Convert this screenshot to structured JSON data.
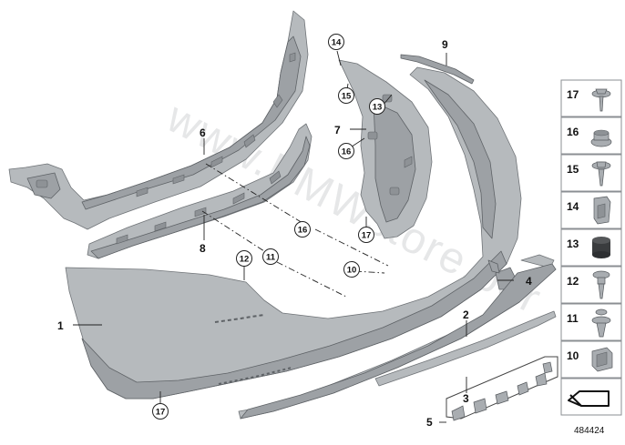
{
  "diagram": {
    "reference_number": "484424",
    "watermark": "www.BMWstore.bor",
    "main_labels": {
      "p1": "1",
      "p2": "2",
      "p3": "3",
      "p4": "4",
      "p5": "5",
      "p6": "6",
      "p7": "7",
      "p8": "8",
      "p9": "9"
    },
    "callouts": {
      "c14": "14",
      "c15": "15",
      "c13": "13",
      "c16a": "16",
      "c17a": "17",
      "c16b": "16",
      "c10": "10",
      "c12": "12",
      "c11": "11",
      "c17b": "17"
    },
    "sidebar": [
      {
        "number": "17",
        "icon": "screw-with-washer-icon"
      },
      {
        "number": "16",
        "icon": "collar-nut-icon"
      },
      {
        "number": "15",
        "icon": "screw-icon"
      },
      {
        "number": "14",
        "icon": "clip-nut-icon"
      },
      {
        "number": "13",
        "icon": "rubber-buffer-icon"
      },
      {
        "number": "12",
        "icon": "expanding-rivet-icon"
      },
      {
        "number": "11",
        "icon": "push-rivet-icon"
      },
      {
        "number": "10",
        "icon": "clip-icon"
      },
      {
        "number": "",
        "icon": "arrow-symbol-icon"
      }
    ]
  }
}
